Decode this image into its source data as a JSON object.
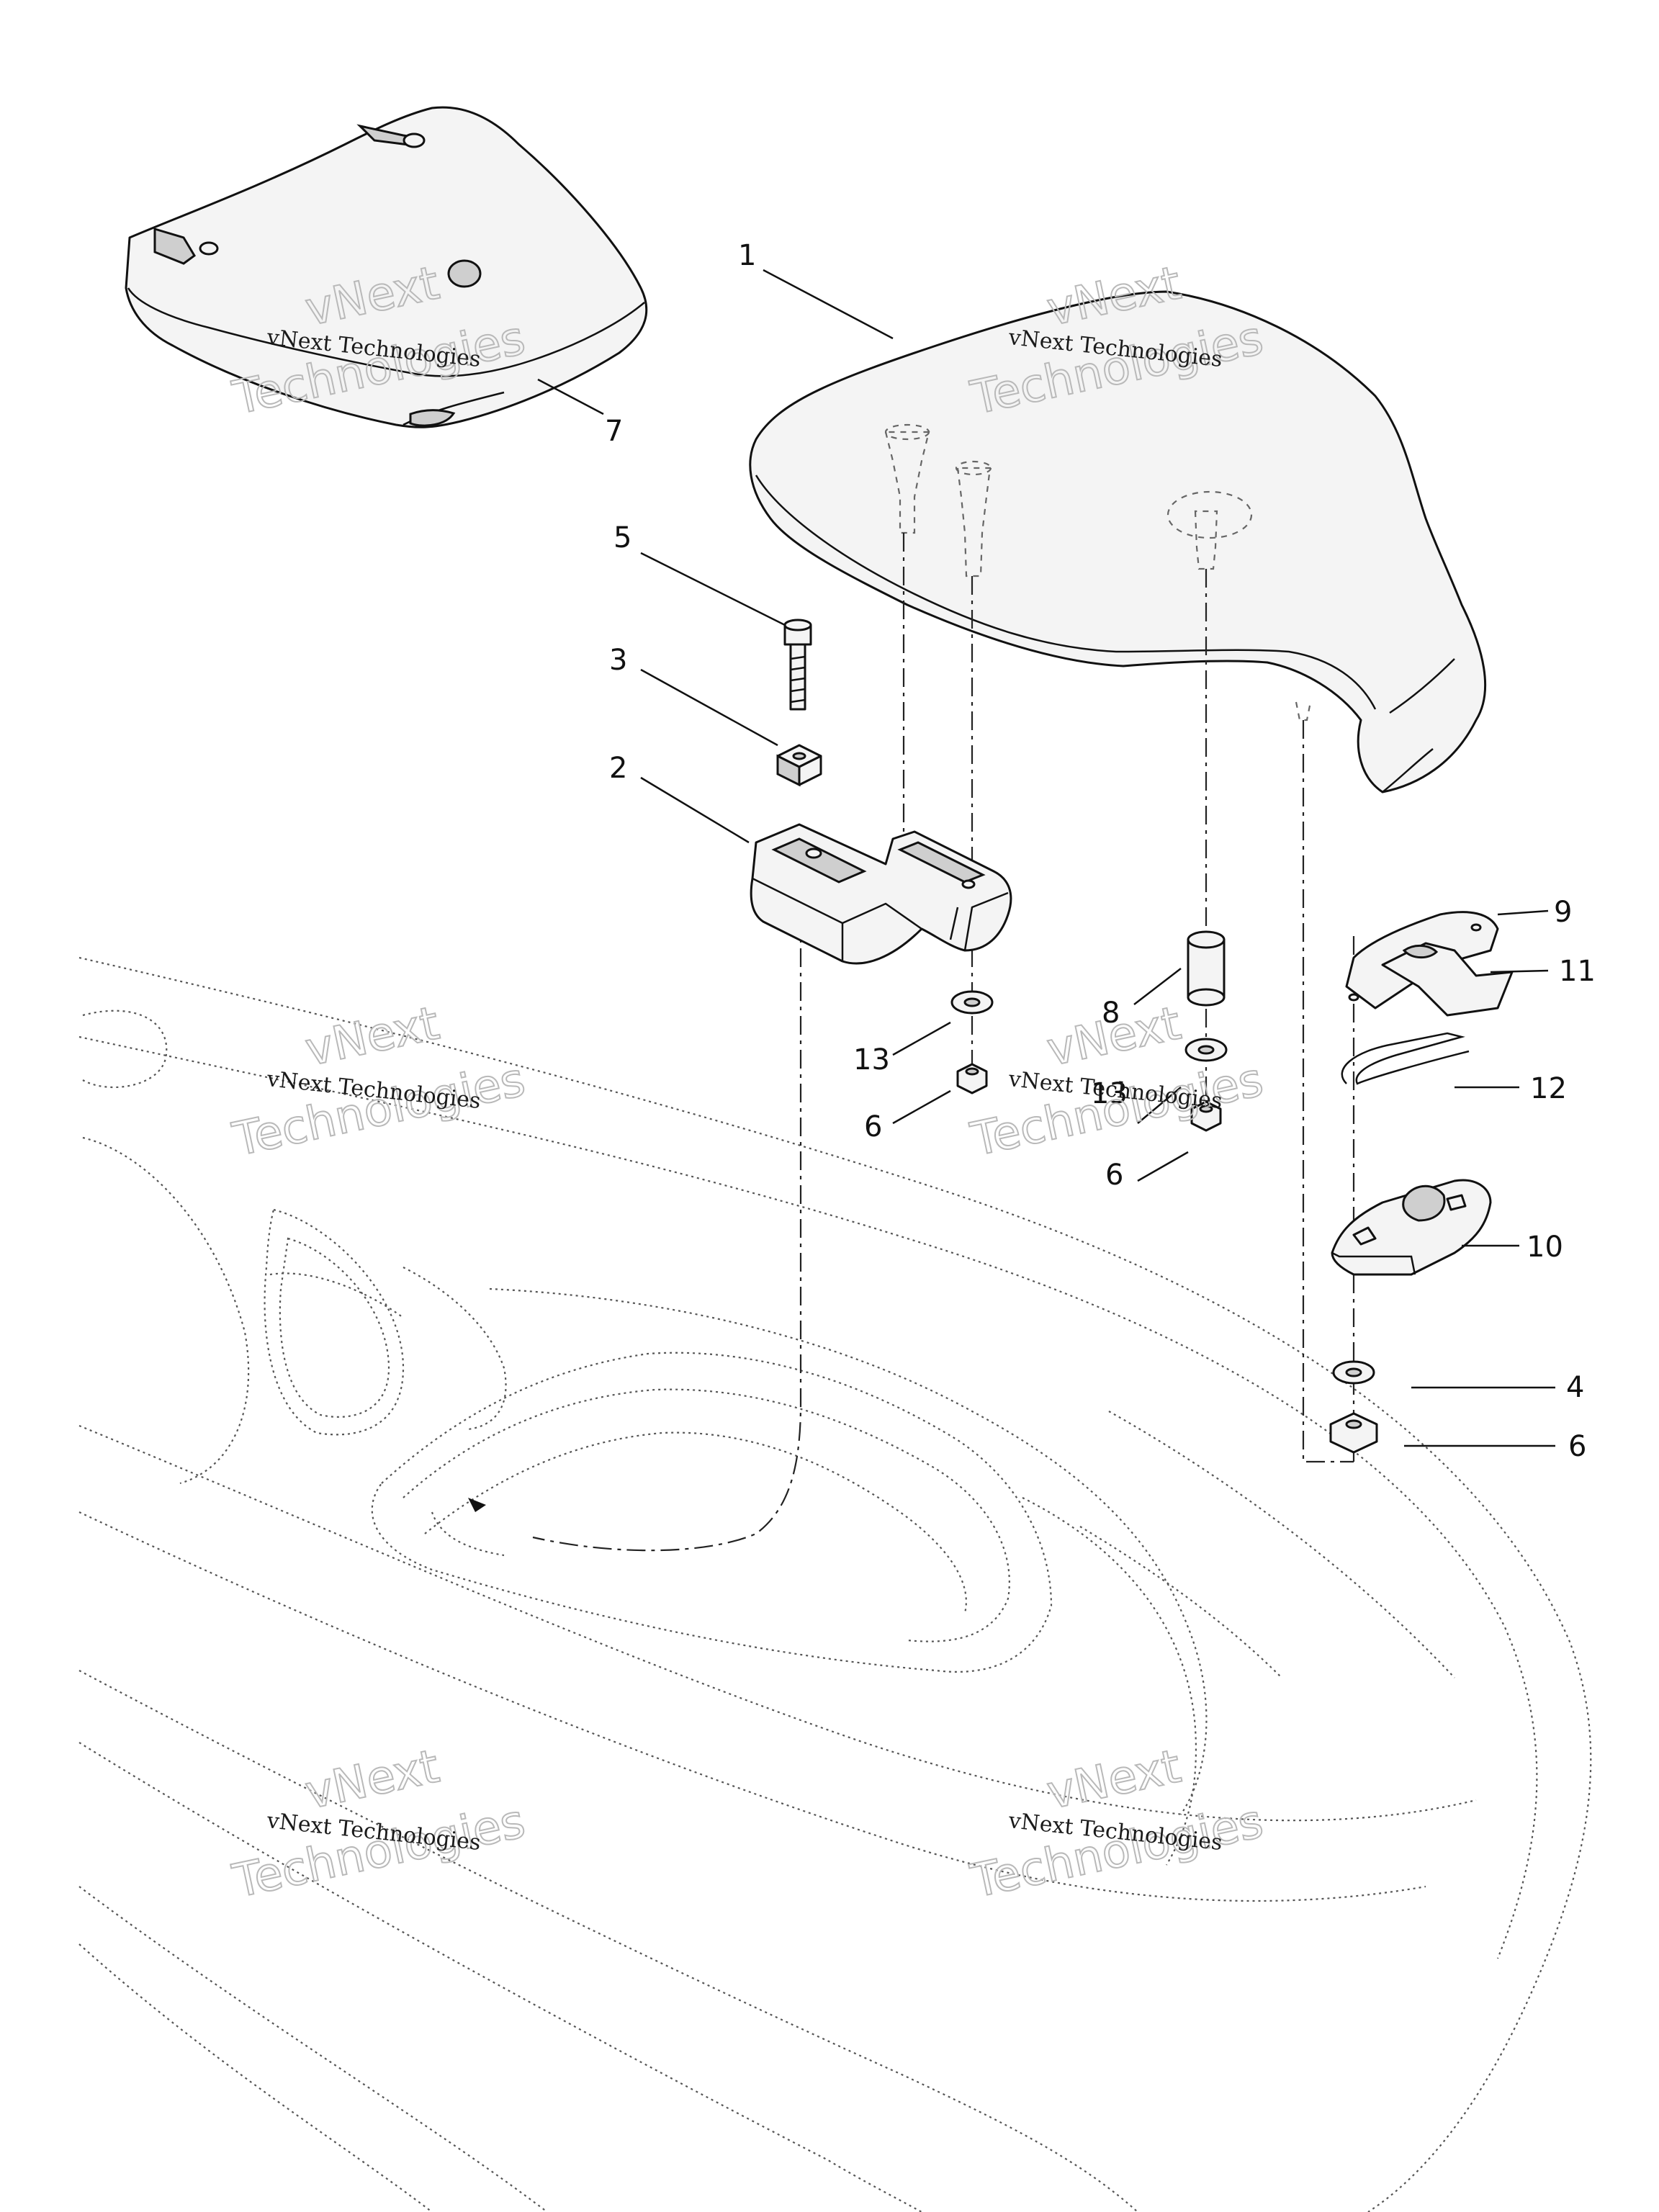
{
  "watermark": {
    "line1": "vNext Technologies",
    "line2a": "vNext",
    "line2b": "Technologies"
  },
  "callouts": {
    "c1": "1",
    "c2": "2",
    "c3": "3",
    "c4": "4",
    "c5": "5",
    "c6a": "6",
    "c6b": "6",
    "c6c": "6",
    "c7": "7",
    "c8": "8",
    "c9": "9",
    "c10": "10",
    "c11": "11",
    "c12": "12",
    "c13a": "13",
    "c13b": "13"
  }
}
